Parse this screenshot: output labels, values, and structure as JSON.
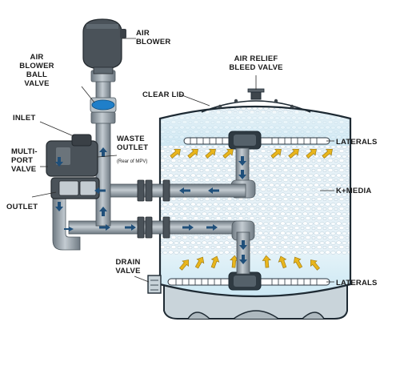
{
  "labels": {
    "air_blower_line1": "AIR",
    "air_blower_line2": "BLOWER",
    "ball_valve_line1": "AIR",
    "ball_valve_line2": "BLOWER",
    "ball_valve_line3": "BALL",
    "ball_valve_line4": "VALVE",
    "air_relief_line1": "AIR RELIEF",
    "air_relief_line2": "BLEED VALVE",
    "clear_lid": "CLEAR LID",
    "inlet": "INLET",
    "multiport_line1": "MULTI-",
    "multiport_line2": "PORT",
    "multiport_line3": "VALVE",
    "waste_line1": "WASTE",
    "waste_line2": "OUTLET",
    "waste_sub": "(Rear of MPV)",
    "outlet": "OUTLET",
    "laterals_top": "LATERALS",
    "media": "K+MEDIA",
    "drain_line1": "DRAIN",
    "drain_line2": "VALVE",
    "laterals_bottom": "LATERALS"
  },
  "colors": {
    "tank_outline": "#1e2a33",
    "pipe": "#8f9aa3",
    "valve_body": "#4a5259",
    "water": "#cfe9f4",
    "flow_arrow": "#1f4f7a",
    "air_arrow": "#e8b51c",
    "ball_valve_handle": "#1f7fc9"
  }
}
